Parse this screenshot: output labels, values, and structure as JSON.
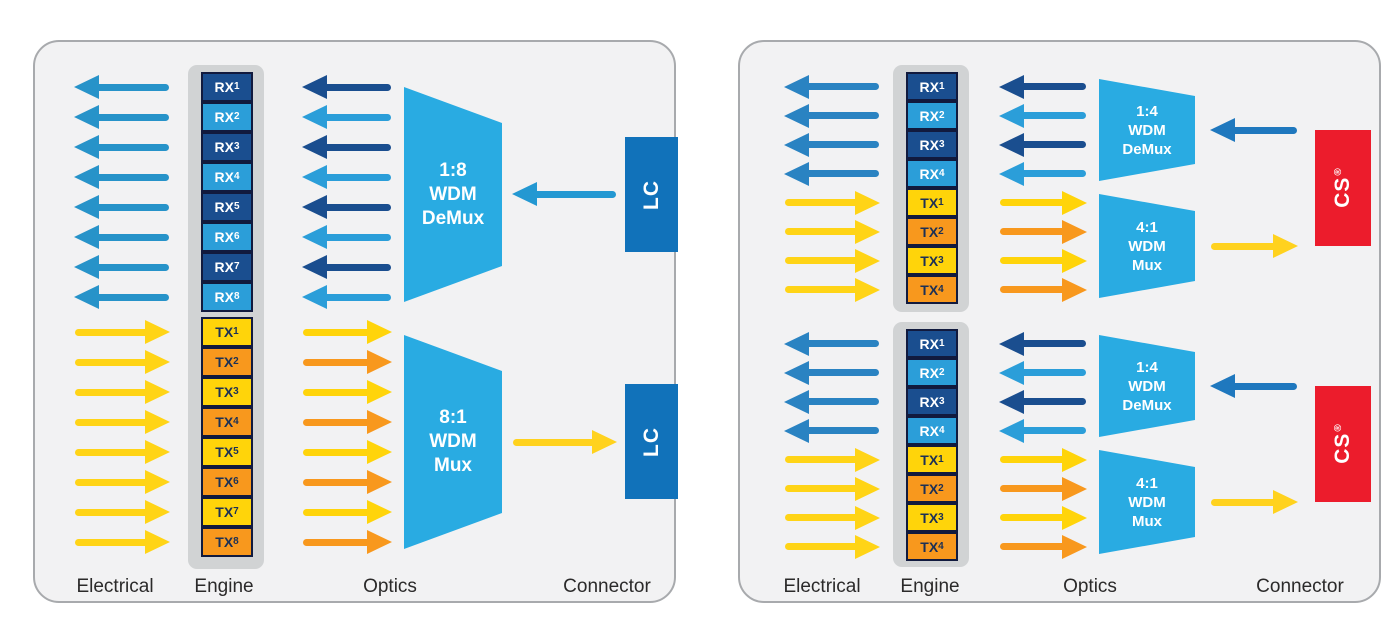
{
  "palette": {
    "panel_bg": "#F2F2F3",
    "panel_border": "#A8AAAD",
    "engine_bg": "#D1D3D4",
    "rx_dark": "#1A4E8F",
    "rx_light": "#2B9ED9",
    "tx_yellow": "#FFD40A",
    "tx_orange": "#F8981D",
    "box_border": "#111A3E",
    "tx_text": "#1C3056",
    "channel_text_light": "#FFFFFF",
    "elec_blue_left": "#2793C9",
    "elec_blue_right": "#2A83C2",
    "elec_yellow": "#FFD416",
    "trap_blue": "#29ABE2",
    "lc_blue": "#1172BA",
    "cs_red": "#EC1C2C",
    "conn_in_left": "#2398D2",
    "conn_in_right": "#1F78BE",
    "conn_out": "#FFD21E",
    "label_color": "#2B2A2A"
  },
  "panels": [
    {
      "column_labels": [
        "Electrical",
        "Engine",
        "Optics",
        "Connector"
      ],
      "engines": [
        {
          "rx": [
            {
              "name": "RX",
              "sub": "1"
            },
            {
              "name": "RX",
              "sub": "2"
            },
            {
              "name": "RX",
              "sub": "3"
            },
            {
              "name": "RX",
              "sub": "4"
            },
            {
              "name": "RX",
              "sub": "5"
            },
            {
              "name": "RX",
              "sub": "6"
            },
            {
              "name": "RX",
              "sub": "7"
            },
            {
              "name": "RX",
              "sub": "8"
            }
          ],
          "tx": [
            {
              "name": "TX",
              "sub": "1"
            },
            {
              "name": "TX",
              "sub": "2"
            },
            {
              "name": "TX",
              "sub": "3"
            },
            {
              "name": "TX",
              "sub": "4"
            },
            {
              "name": "TX",
              "sub": "5"
            },
            {
              "name": "TX",
              "sub": "6"
            },
            {
              "name": "TX",
              "sub": "7"
            },
            {
              "name": "TX",
              "sub": "8"
            }
          ],
          "demux_label": [
            "1:8",
            "WDM",
            "DeMux"
          ],
          "mux_label": [
            "8:1",
            "WDM",
            "Mux"
          ],
          "connectors": [
            {
              "label": "LC"
            },
            {
              "label": "LC"
            }
          ]
        }
      ]
    },
    {
      "column_labels": [
        "Electrical",
        "Engine",
        "Optics",
        "Connector"
      ],
      "engines": [
        {
          "rx": [
            {
              "name": "RX",
              "sub": "1"
            },
            {
              "name": "RX",
              "sub": "2"
            },
            {
              "name": "RX",
              "sub": "3"
            },
            {
              "name": "RX",
              "sub": "4"
            }
          ],
          "tx": [
            {
              "name": "TX",
              "sub": "1"
            },
            {
              "name": "TX",
              "sub": "2"
            },
            {
              "name": "TX",
              "sub": "3"
            },
            {
              "name": "TX",
              "sub": "4"
            }
          ],
          "demux_label": [
            "1:4",
            "WDM",
            "DeMux"
          ],
          "mux_label": [
            "4:1",
            "WDM",
            "Mux"
          ],
          "connectors": [
            {
              "label": "CS",
              "registered": "®"
            }
          ]
        },
        {
          "rx": [
            {
              "name": "RX",
              "sub": "1"
            },
            {
              "name": "RX",
              "sub": "2"
            },
            {
              "name": "RX",
              "sub": "3"
            },
            {
              "name": "RX",
              "sub": "4"
            }
          ],
          "tx": [
            {
              "name": "TX",
              "sub": "1"
            },
            {
              "name": "TX",
              "sub": "2"
            },
            {
              "name": "TX",
              "sub": "3"
            },
            {
              "name": "TX",
              "sub": "4"
            }
          ],
          "demux_label": [
            "1:4",
            "WDM",
            "DeMux"
          ],
          "mux_label": [
            "4:1",
            "WDM",
            "Mux"
          ],
          "connectors": [
            {
              "label": "CS",
              "registered": "®"
            }
          ]
        }
      ]
    }
  ]
}
